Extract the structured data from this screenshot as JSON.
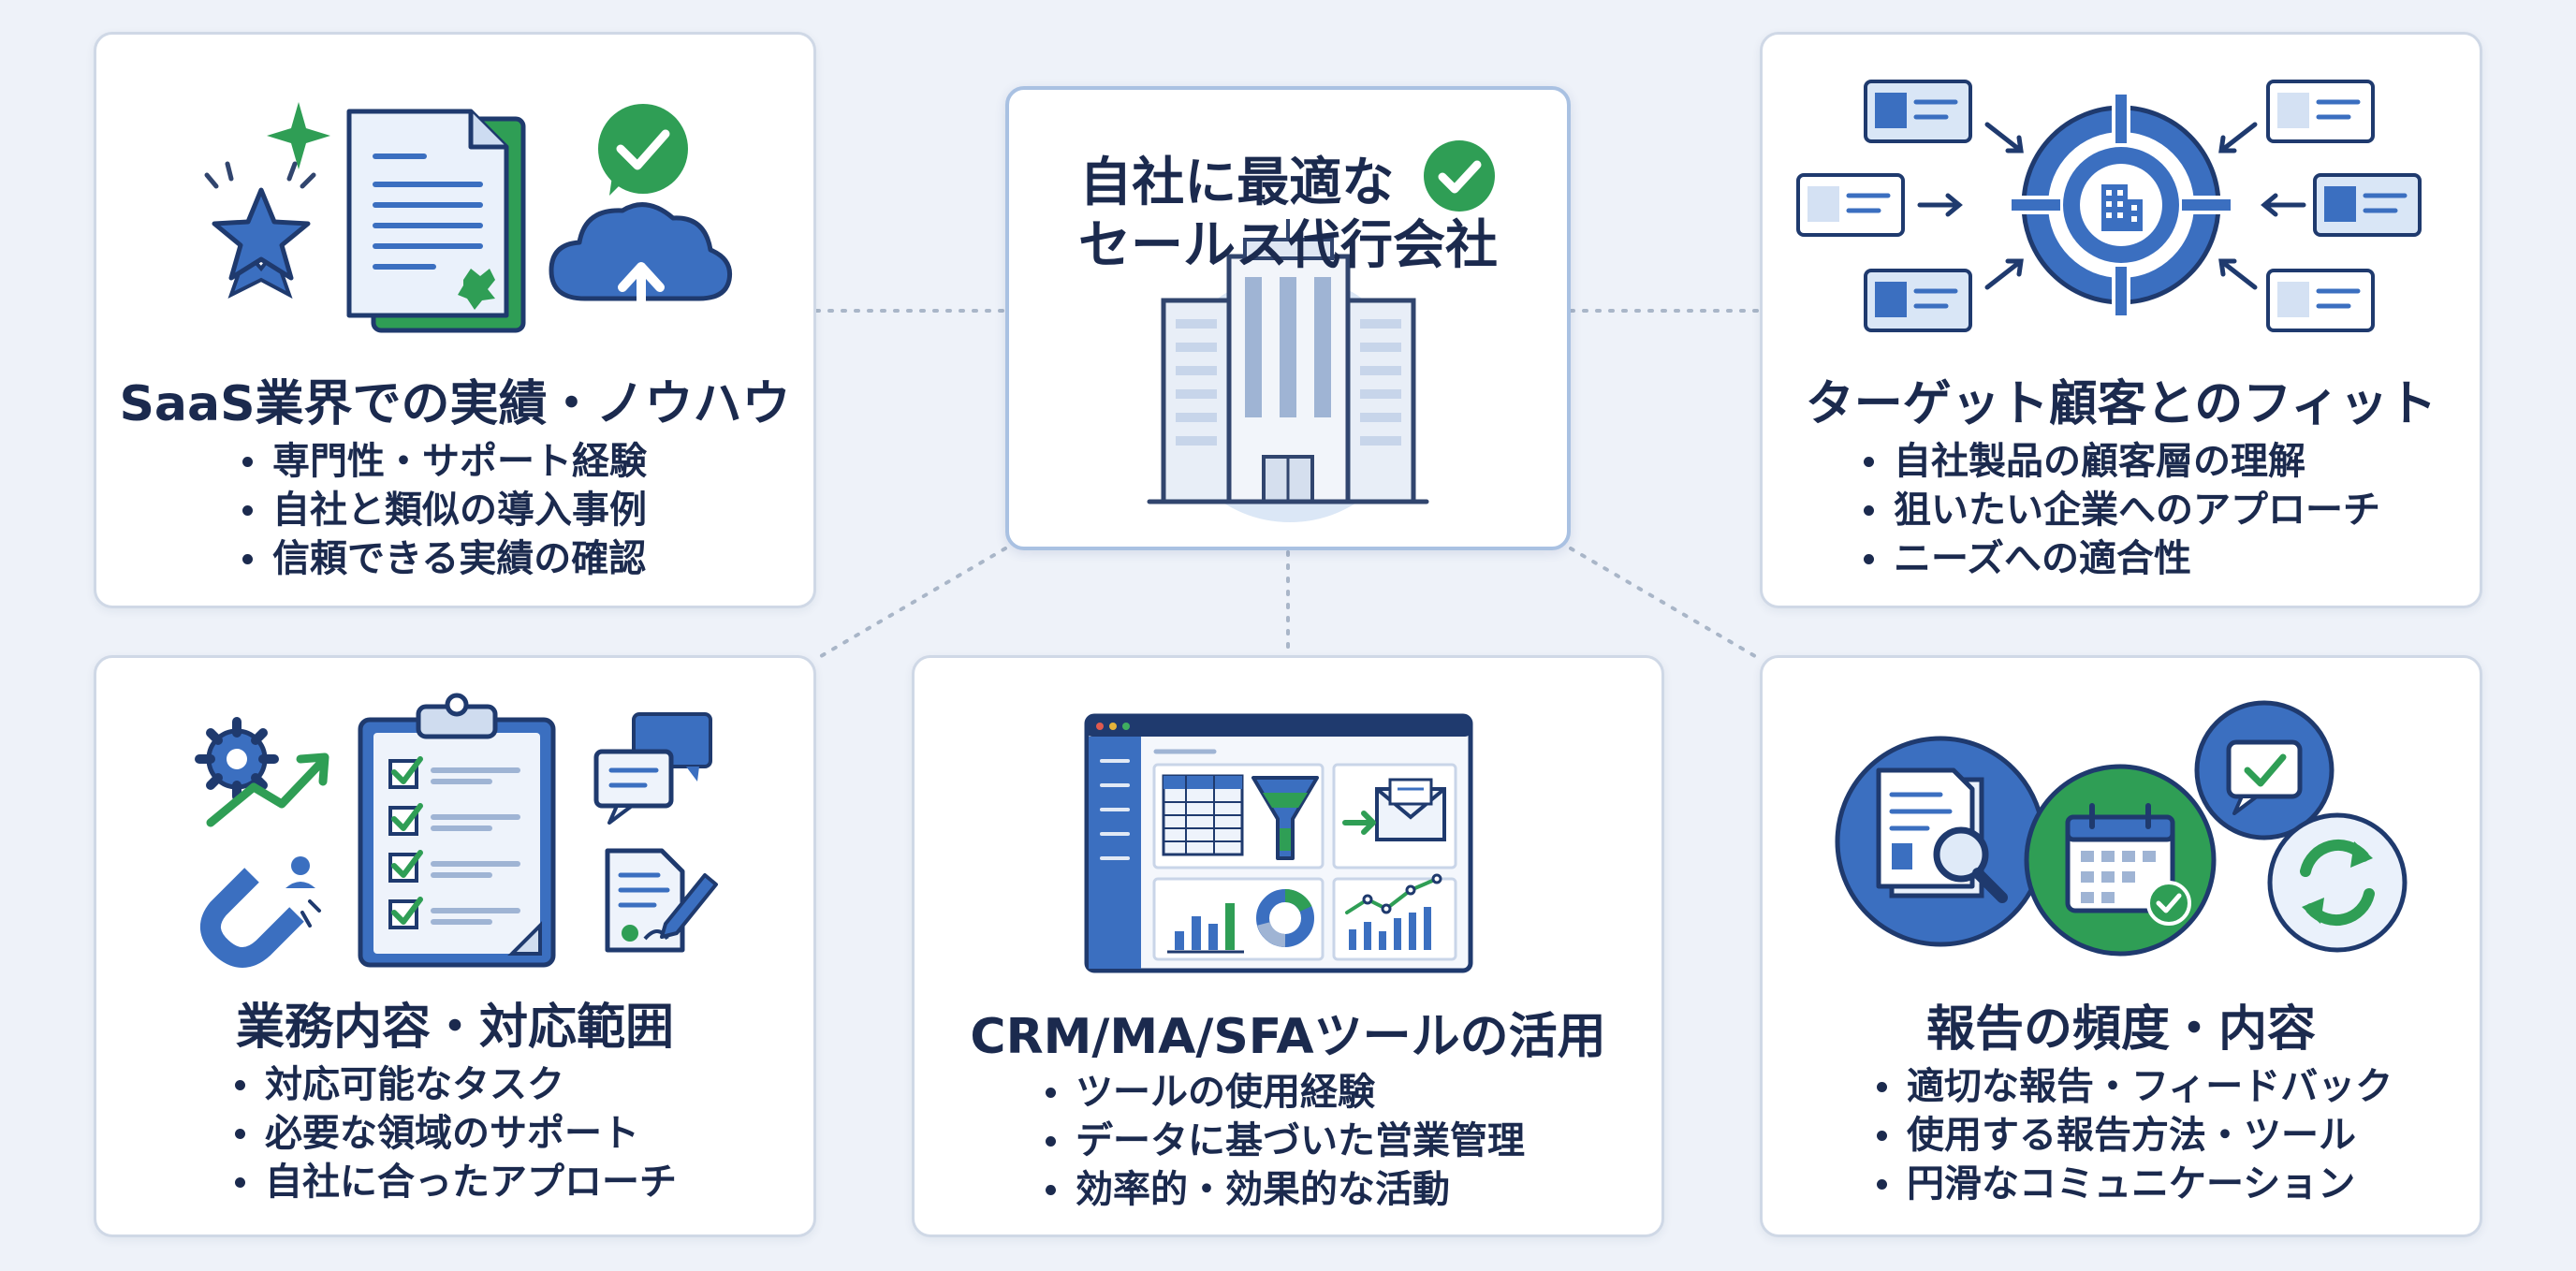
{
  "center": {
    "title_line1": "自社に最適な",
    "title_line2": "セールス代行会社",
    "icons": [
      "check-circle-icon",
      "office-building-icon"
    ]
  },
  "cards": [
    {
      "title": "SaaS業界での実績・ノウハウ",
      "bullets": [
        "専門性・サポート経験",
        "自社と類似の導入事例",
        "信頼できる実績の確認"
      ],
      "icons": [
        "sparkle-icon",
        "star-award-icon",
        "certificate-document-icon",
        "check-bubble-icon",
        "cloud-upload-icon"
      ]
    },
    {
      "title": "ターゲット顧客とのフィット",
      "bullets": [
        "自社製品の顧客層の理解",
        "狙いたい企業へのアプローチ",
        "ニーズへの適合性"
      ],
      "icons": [
        "target-building-icon",
        "profile-card-icon"
      ]
    },
    {
      "title": "業務内容・対応範囲",
      "bullets": [
        "対応可能なタスク",
        "必要な領域のサポート",
        "自社に合ったアプローチ"
      ],
      "icons": [
        "gear-growth-icon",
        "magnet-icon",
        "checklist-clipboard-icon",
        "chat-bubbles-icon",
        "contract-pen-icon"
      ]
    },
    {
      "title": "CRM/MA/SFAツールの活用",
      "bullets": [
        "ツールの使用経験",
        "データに基づいた営業管理",
        "効率的・効果的な活動"
      ],
      "icons": [
        "dashboard-window-icon",
        "funnel-icon",
        "email-icon",
        "bar-chart-icon",
        "donut-chart-icon"
      ]
    },
    {
      "title": "報告の頻度・内容",
      "bullets": [
        "適切な報告・フィードバック",
        "使用する報告方法・ツール",
        "円滑なコミュニケーション"
      ],
      "icons": [
        "report-search-icon",
        "calendar-check-icon",
        "check-bubble-icon",
        "refresh-icon"
      ]
    }
  ],
  "colors": {
    "background": "#eef2f9",
    "primary_blue": "#3b6fc0",
    "green": "#2f9e55",
    "navy_text": "#1b2a4e",
    "card_border": "#cfd8e6"
  }
}
